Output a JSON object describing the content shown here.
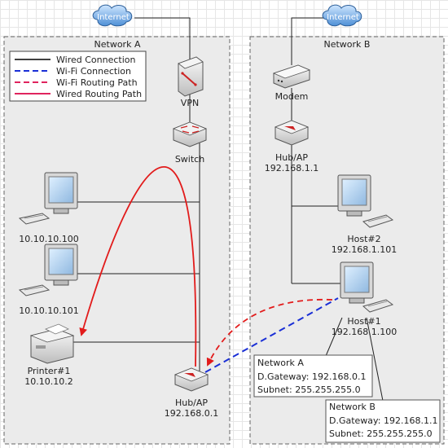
{
  "colors": {
    "wired": "#000000",
    "wifi": "#1a2fd6",
    "wifi_route": "#e0245e",
    "wired_route": "#e21b1b",
    "network_bg": "#ebebeb"
  },
  "networks": {
    "a_title": "Network A",
    "b_title": "Network B"
  },
  "legend": {
    "items": [
      {
        "label": "Wired Connection"
      },
      {
        "label": "Wi-Fi Connection"
      },
      {
        "label": "Wi-Fi Routing Path"
      },
      {
        "label": "Wired Routing Path"
      }
    ]
  },
  "clouds": {
    "a": "Internet",
    "b": "Internet"
  },
  "devices": {
    "vpn": "VPN",
    "switch": "Switch",
    "pc1": "10.10.10.100",
    "pc2": "10.10.10.101",
    "printer_name": "Printer#1",
    "printer_ip": "10.10.10.2",
    "hub_a_name": "Hub/AP",
    "hub_a_ip": "192.168.0.1",
    "modem": "Modem",
    "hub_b_name": "Hub/AP",
    "hub_b_ip": "192.168.1.1",
    "host2_name": "Host#2",
    "host2_ip": "192.168.1.101",
    "host1_name": "Host#1",
    "host1_ip": "192.168.1.100"
  },
  "info_boxes": {
    "a": {
      "title": "Network A",
      "gateway": "D.Gateway: 192.168.0.1",
      "subnet": "Subnet: 255.255.255.0"
    },
    "b": {
      "title": "Network B",
      "gateway": "D.Gateway: 192.168.1.1",
      "subnet": "Subnet: 255.255.255.0"
    }
  }
}
